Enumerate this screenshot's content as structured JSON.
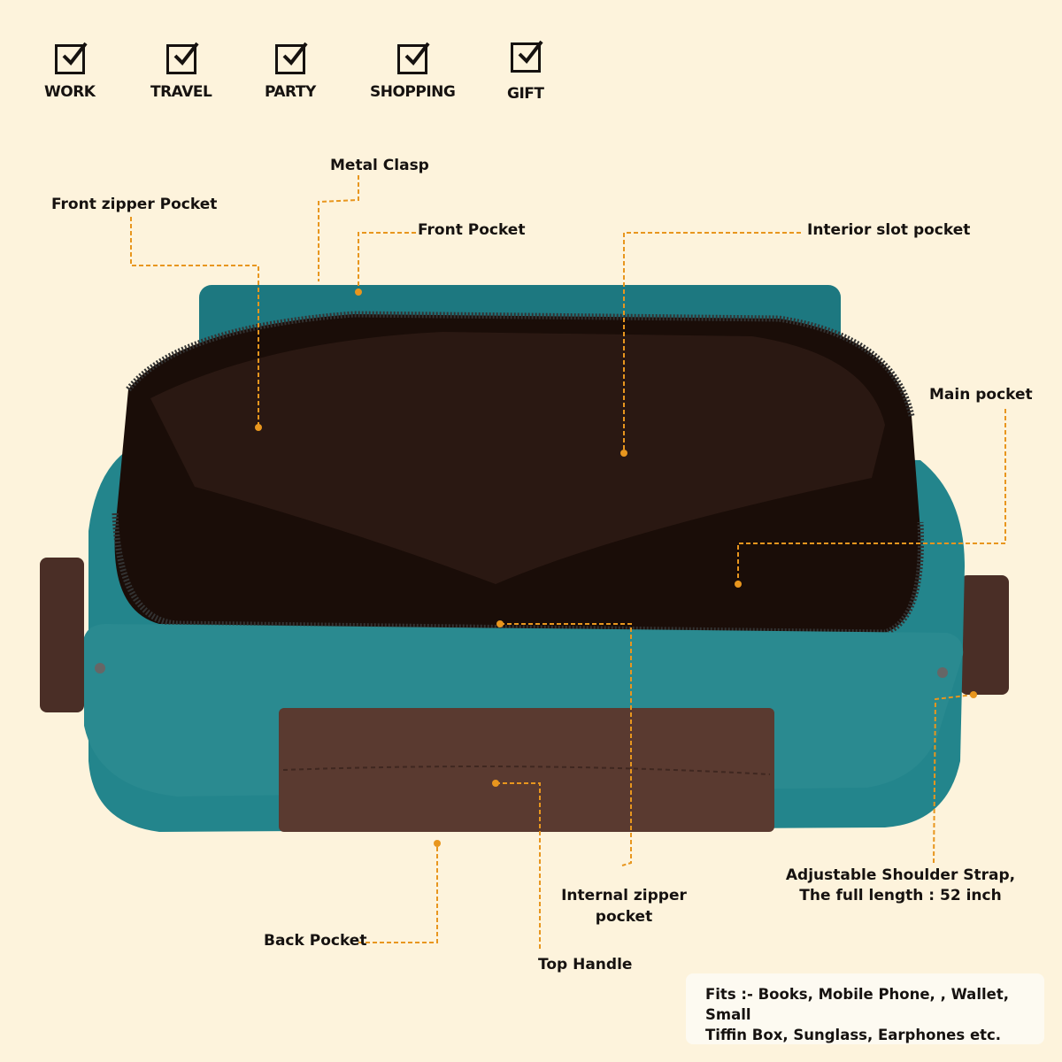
{
  "uses": [
    "WORK",
    "TRAVEL",
    "PARTY",
    "SHOPPING",
    "GIFT"
  ],
  "callouts": {
    "metal_clasp": "Metal Clasp",
    "front_zipper_pocket": "Front zipper Pocket",
    "front_pocket": "Front Pocket",
    "interior_slot_pocket": "Interior slot pocket",
    "main_pocket": "Main pocket",
    "strap_line1": "Adjustable Shoulder Strap,",
    "strap_line2": "The full length : 52 inch",
    "internal_zipper_line1": "Internal zipper",
    "internal_zipper_line2": "pocket",
    "back_pocket": "Back Pocket",
    "top_handle": "Top Handle"
  },
  "fits_line1": "Fits :- Books, Mobile Phone, , Wallet, Small",
  "fits_line2": "Tiffin Box, Sunglass, Earphones etc.",
  "colors": {
    "background": "#fdf3dc",
    "accent": "#e8961e",
    "bag_teal": "#1f7d84",
    "handle_brown": "#5a3a30"
  }
}
